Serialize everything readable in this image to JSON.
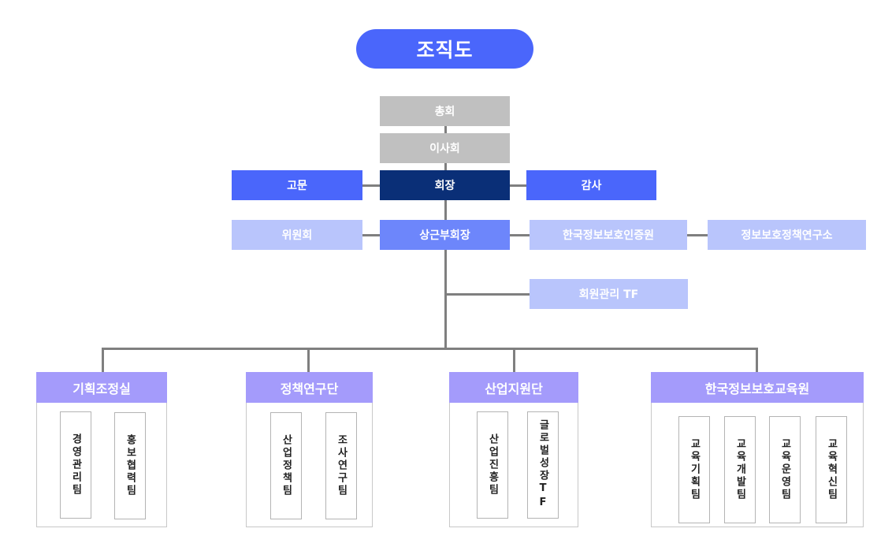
{
  "title": "조직도",
  "colors": {
    "title": "#4a66fb",
    "governance": "#c0c0c0",
    "president": "#0a2f77",
    "advisor": "#4a66fb",
    "vice": "#6d86fb",
    "affiliate": "#b9c5fc",
    "department": "#a49bfb",
    "connector": "#7f7f7f"
  },
  "top": {
    "general_assembly": "총회",
    "board": "이사회",
    "advisor": "고문",
    "president": "회장",
    "auditor": "감사",
    "committee": "위원회",
    "vice_president": "상근부회장",
    "cert_institute": "한국정보보호인증원",
    "policy_institute": "정보보호정책연구소",
    "member_tf": "회원관리 TF"
  },
  "departments": [
    {
      "name": "기획조정실",
      "teams": [
        "경영관리팀",
        "홍보협력팀"
      ]
    },
    {
      "name": "정책연구단",
      "teams": [
        "산업정책팀",
        "조사연구팀"
      ]
    },
    {
      "name": "산업지원단",
      "teams": [
        "산업진흥팀",
        "글로벌성장TF"
      ]
    },
    {
      "name": "한국정보보호교육원",
      "teams": [
        "교육기획팀",
        "교육개발팀",
        "교육운영팀",
        "교육혁신팀"
      ]
    }
  ]
}
